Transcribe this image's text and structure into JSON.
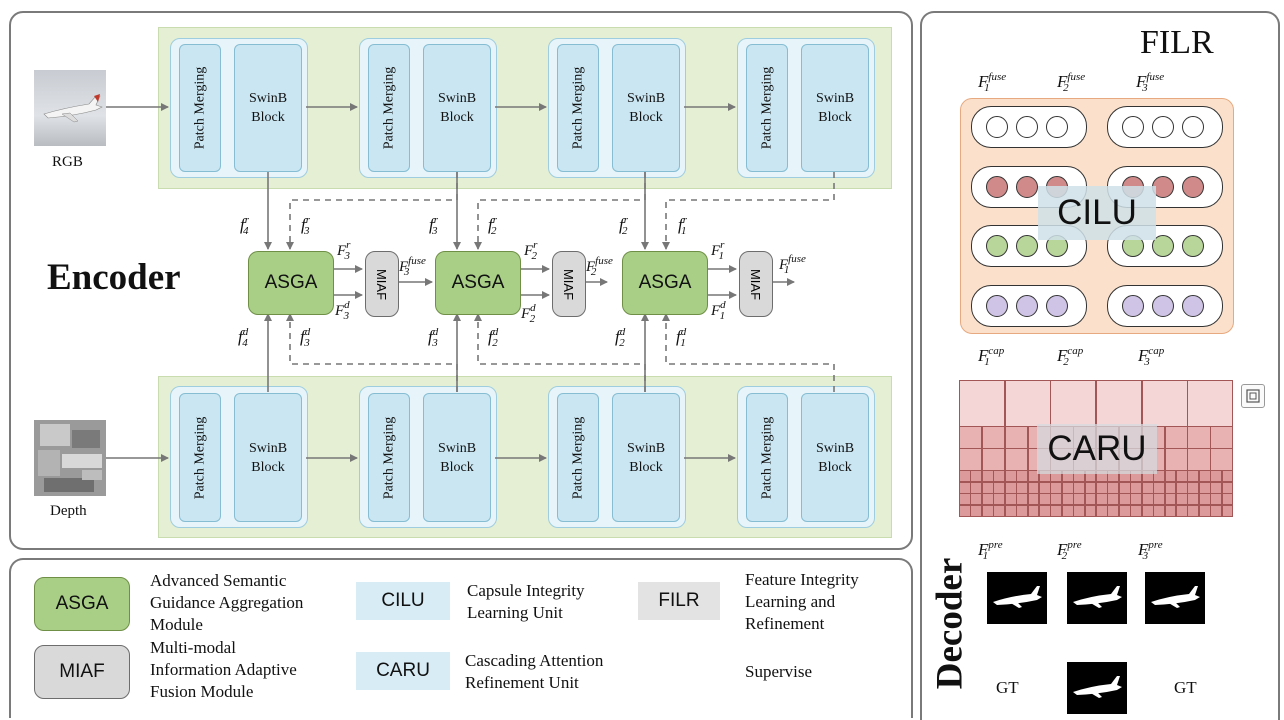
{
  "encoder": {
    "title": "Encoder",
    "rgb_label": "RGB",
    "depth_label": "Depth",
    "patch_merging_label": "Patch Merging",
    "swin_line1": "SwinB",
    "swin_line2": "Block",
    "asga_label": "ASGA",
    "miaf_label": "MIAF",
    "variables": {
      "f4r": {
        "base": "f",
        "sup": "r",
        "sub": "4"
      },
      "f3r": {
        "base": "f",
        "sup": "r",
        "sub": "3"
      },
      "f2r": {
        "base": "f",
        "sup": "r",
        "sub": "2"
      },
      "f1r": {
        "base": "f",
        "sup": "r",
        "sub": "1"
      },
      "f4d": {
        "base": "f",
        "sup": "d",
        "sub": "4"
      },
      "f3d": {
        "base": "f",
        "sup": "d",
        "sub": "3"
      },
      "f2d": {
        "base": "f",
        "sup": "d",
        "sub": "2"
      },
      "f1d": {
        "base": "f",
        "sup": "d",
        "sub": "1"
      },
      "F3r": {
        "base": "F",
        "sup": "r",
        "sub": "3"
      },
      "F2r": {
        "base": "F",
        "sup": "r",
        "sub": "2"
      },
      "F1r": {
        "base": "F",
        "sup": "r",
        "sub": "1"
      },
      "F3d": {
        "base": "F",
        "sup": "d",
        "sub": "3"
      },
      "F2d": {
        "base": "F",
        "sup": "d",
        "sub": "2"
      },
      "F1d": {
        "base": "F",
        "sup": "d",
        "sub": "1"
      },
      "F3fuse": {
        "base": "F",
        "sup": "fuse",
        "sub": "3"
      },
      "F2fuse": {
        "base": "F",
        "sup": "fuse",
        "sub": "2"
      },
      "F1fuse": {
        "base": "F",
        "sup": "fuse",
        "sub": "1"
      },
      "F1cap": {
        "base": "F",
        "sup": "cap",
        "sub": "1"
      },
      "F2cap": {
        "base": "F",
        "sup": "cap",
        "sub": "2"
      },
      "F3cap": {
        "base": "F",
        "sup": "cap",
        "sub": "3"
      },
      "F1pre": {
        "base": "F",
        "sup": "pre",
        "sub": "1"
      },
      "F2pre": {
        "base": "F",
        "sup": "pre",
        "sub": "2"
      },
      "F3pre": {
        "base": "F",
        "sup": "pre",
        "sub": "3"
      }
    }
  },
  "filr": {
    "title": "FILR",
    "cilu_label": "CILU",
    "caru_label": "CARU",
    "circle_rows": [
      "white",
      "red",
      "green",
      "purple"
    ],
    "circle_colors": {
      "white": "#ffffff",
      "red": "#d08a8a",
      "green": "#b8d69a",
      "purple": "#cfc4e6"
    }
  },
  "decoder": {
    "title": "Decoder",
    "gt_left": "GT",
    "gt_right": "GT"
  },
  "legend": {
    "asga_box": "ASGA",
    "asga_text": [
      "Advanced Semantic",
      "Guidance Aggregation",
      "Module"
    ],
    "miaf_box": "MIAF",
    "miaf_text": [
      "Multi-modal",
      "Information Adaptive",
      "Fusion Module"
    ],
    "cilu_box": "CILU",
    "cilu_text": [
      "Capsule Integrity",
      "Learning Unit"
    ],
    "caru_box": "CARU",
    "caru_text": [
      "Cascading Attention",
      "Refinement Unit"
    ],
    "filr_box": "FILR",
    "filr_text": [
      "Feature Integrity",
      "Learning and",
      "Refinement"
    ],
    "supervise_text": "Supervise"
  },
  "colors": {
    "green_band": "#e4efd3",
    "asga_fill": "#a9cf87",
    "block_fill": "#c9e6f2",
    "cilu_bg": "#fbe1cc",
    "caru_fill": "#e7b4b4",
    "supervise_red": "#e01b1b"
  }
}
